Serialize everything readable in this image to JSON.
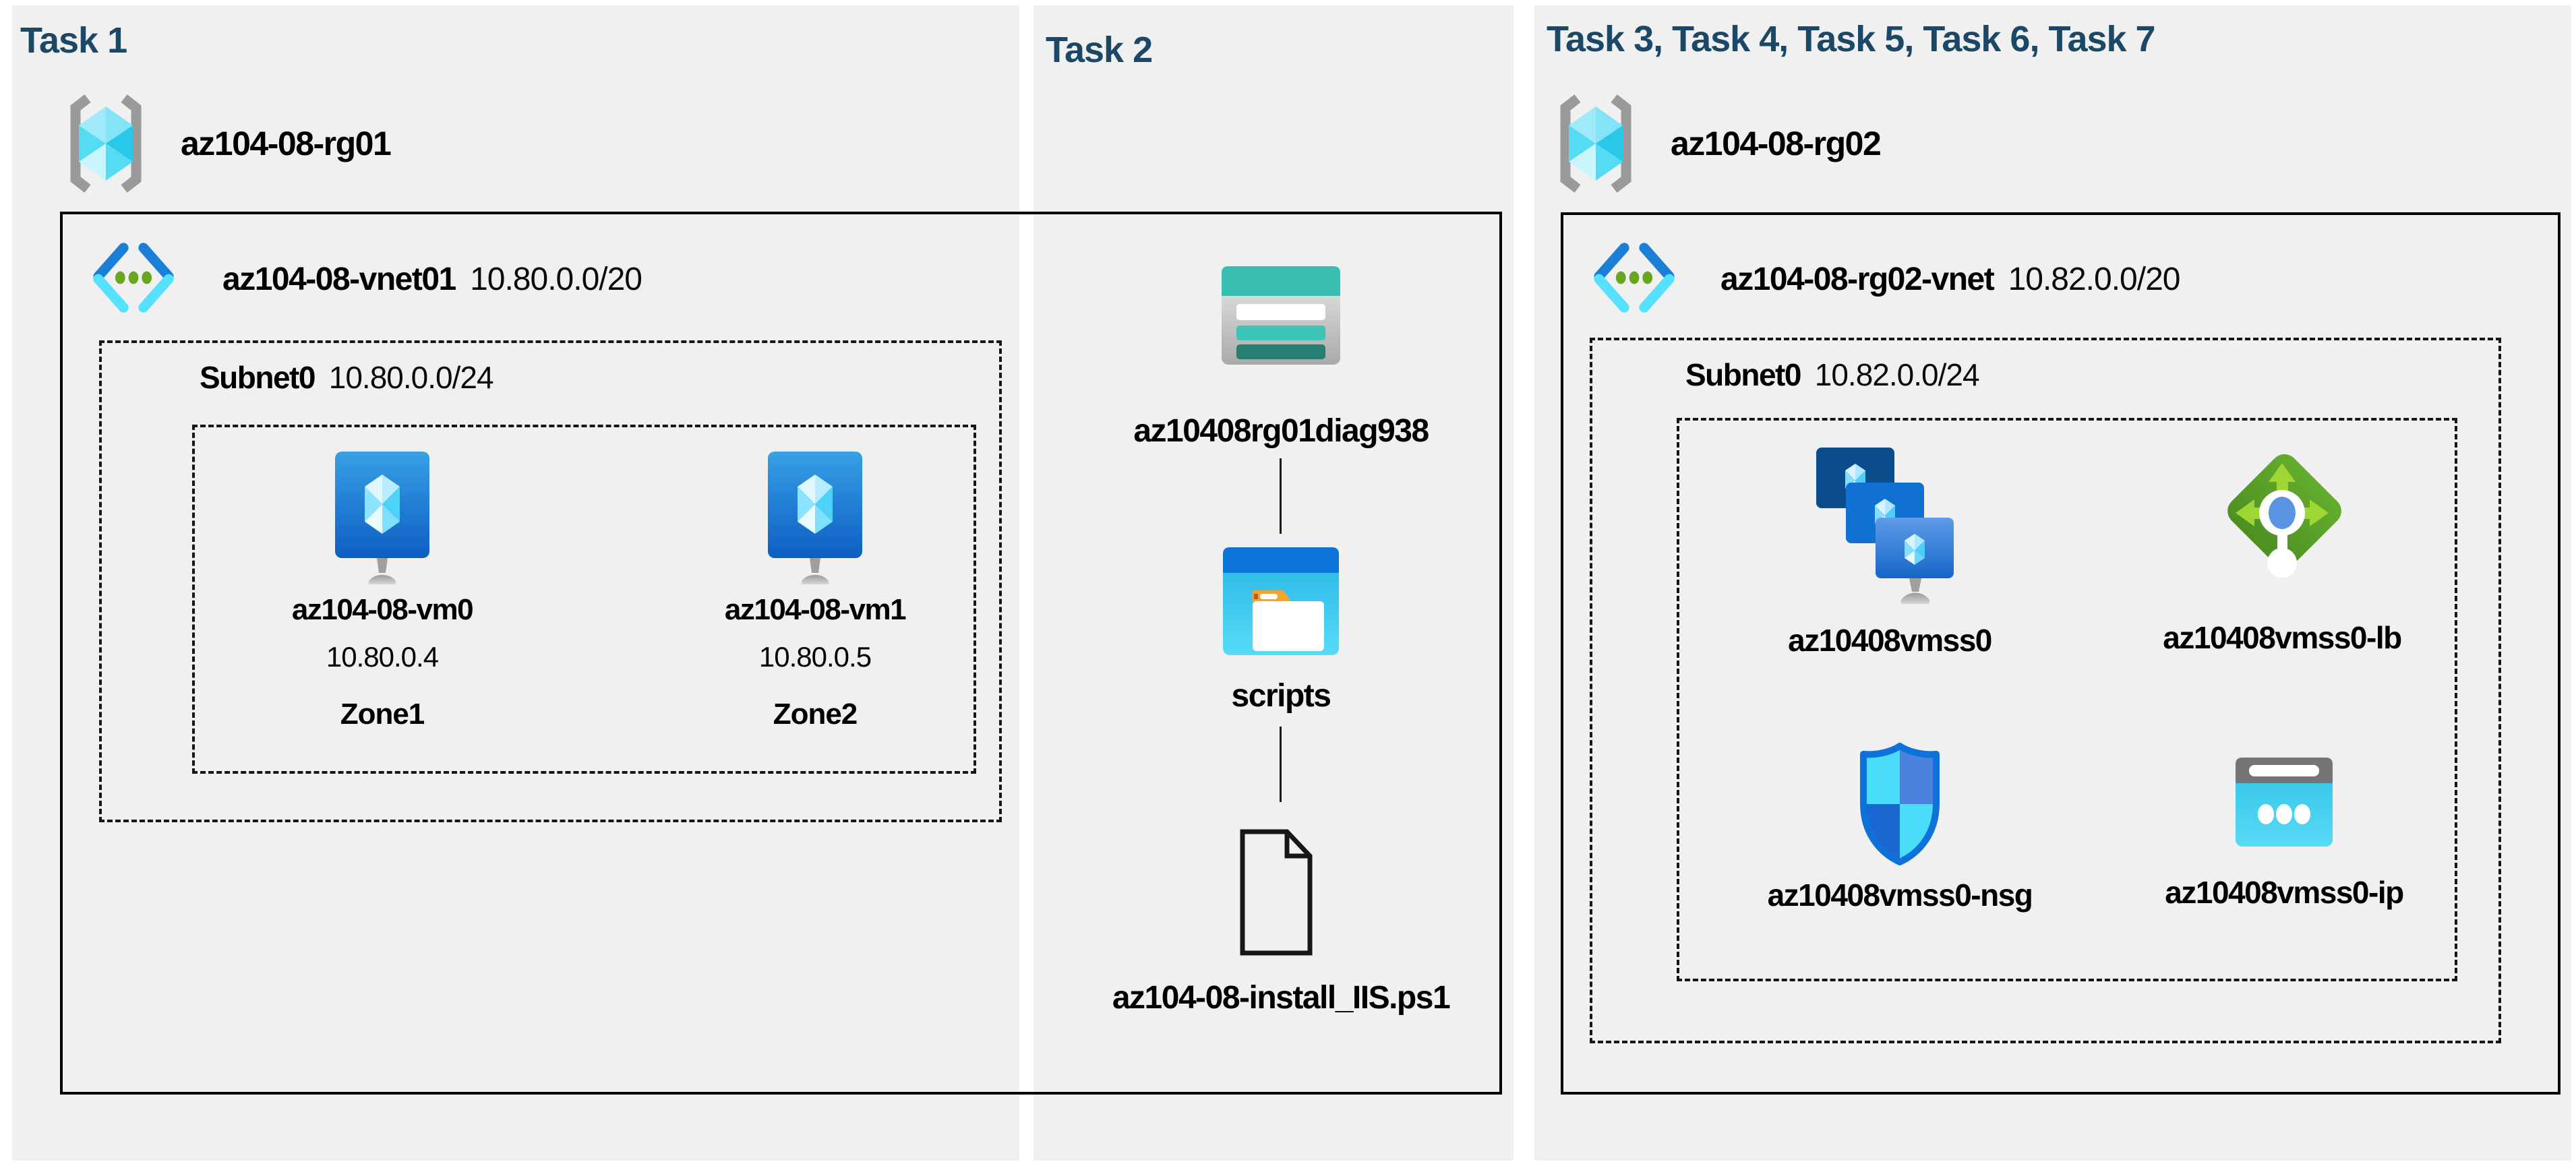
{
  "colors": {
    "header_text": "#1c4868",
    "panel_bg": "#f0f0f0",
    "box_border": "#000000",
    "vnet_blue": "#1b7fd8",
    "vnet_cyan": "#55e1ff",
    "vnet_dot_green": "#69a51e",
    "lb_green": "#5aa52a",
    "storage_teal": "#38bfb1",
    "nsg_blue": "#0e72d8",
    "ip_cyan": "#3fcdf0"
  },
  "icons": {
    "resource_group": "resource-group-icon",
    "virtual_network": "virtual-network-icon",
    "virtual_machine": "virtual-machine-icon",
    "storage_account": "storage-account-icon",
    "blob_container": "blob-container-icon",
    "script_file": "file-icon",
    "vm_scale_set": "vm-scale-set-icon",
    "load_balancer": "load-balancer-icon",
    "network_security_group": "nsg-shield-icon",
    "public_ip": "public-ip-icon"
  },
  "task1": {
    "title": "Task 1",
    "rg": {
      "name": "az104-08-rg01"
    },
    "vnet": {
      "name": "az104-08-vnet01",
      "cidr": "10.80.0.0/20"
    },
    "subnet": {
      "name": "Subnet0",
      "cidr": "10.80.0.0/24"
    },
    "vms": [
      {
        "name": "az104-08-vm0",
        "ip": "10.80.0.4",
        "zone": "Zone1"
      },
      {
        "name": "az104-08-vm1",
        "ip": "10.80.0.5",
        "zone": "Zone2"
      }
    ]
  },
  "task2": {
    "title": "Task 2",
    "storage_account": {
      "name": "az10408rg01diag938"
    },
    "container": {
      "name": "scripts"
    },
    "script_file": {
      "name": "az104-08-install_IIS.ps1"
    }
  },
  "task3": {
    "title": "Task 3, Task 4, Task 5, Task 6, Task 7",
    "rg": {
      "name": "az104-08-rg02"
    },
    "vnet": {
      "name": "az104-08-rg02-vnet",
      "cidr": "10.82.0.0/20"
    },
    "subnet": {
      "name": "Subnet0",
      "cidr": "10.82.0.0/24"
    },
    "vmss": {
      "name": "az10408vmss0"
    },
    "load_balancer": {
      "name": "az10408vmss0-lb"
    },
    "nsg": {
      "name": "az10408vmss0-nsg"
    },
    "public_ip": {
      "name": "az10408vmss0-ip"
    }
  }
}
